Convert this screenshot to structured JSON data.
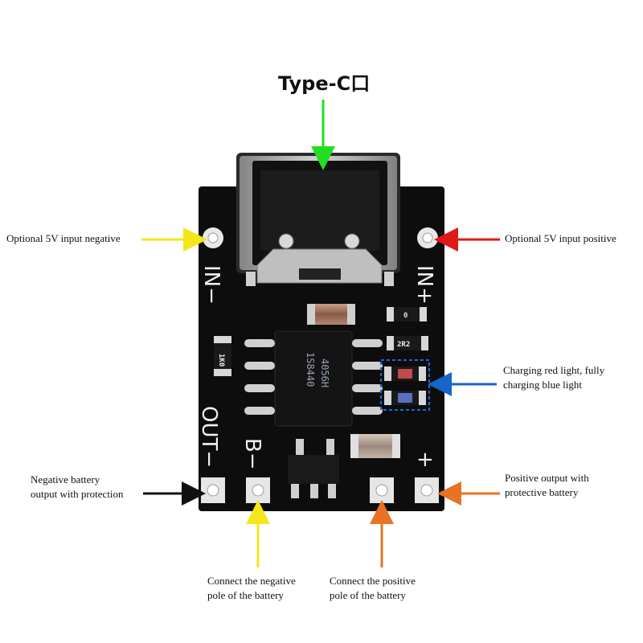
{
  "title": "Type-C口",
  "labels": {
    "in_negative": "Optional 5V input negative",
    "in_positive": "Optional 5V input positive",
    "charging_light": "Charging red light, fully\ncharging blue light",
    "neg_out": "Negative battery\noutput with protection",
    "pos_out": "Positive output with\nprotective battery",
    "bat_neg": "Connect the negative\npole of the battery",
    "bat_pos": "Connect the positive\npole of the battery"
  },
  "silkscreen": {
    "in_minus": "IN−",
    "in_plus": "IN+",
    "out_minus": "OUT−",
    "b_minus": "B−",
    "plus": "+"
  },
  "components": {
    "chip_line1": "4056H",
    "chip_line2": "1S8440",
    "r1": "0",
    "r2": "2R2",
    "r3": "1K0"
  },
  "colors": {
    "board": "#0d0d0d",
    "green_arrow": "#22dd22",
    "yellow_arrow": "#f5e61a",
    "red_arrow": "#e01818",
    "blue_arrow": "#1466c8",
    "black_arrow": "#111111",
    "orange_arrow": "#e87322"
  }
}
